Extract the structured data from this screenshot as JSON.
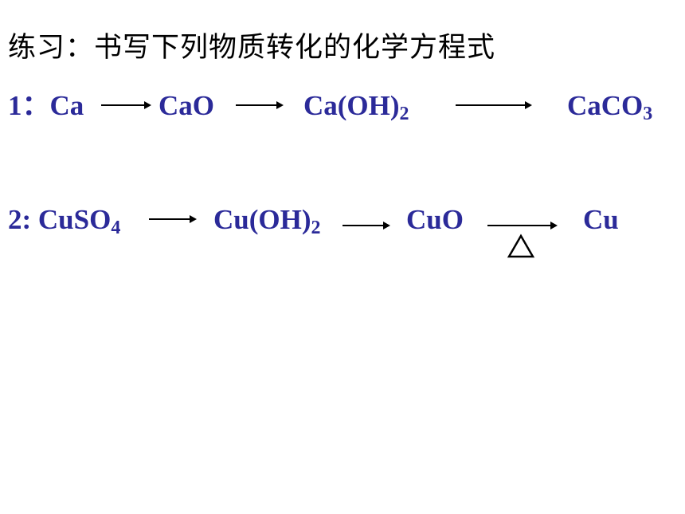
{
  "title": "练习：书写下列物质转化的化学方程式",
  "reaction1": {
    "label": "1：",
    "species": [
      "Ca",
      "CaO",
      "Ca(OH)",
      "CaCO"
    ],
    "subscripts": {
      "CaOH2": "2",
      "CaCO3": "3"
    }
  },
  "reaction2": {
    "label": "2: ",
    "species": [
      "CuSO",
      "Cu(OH)",
      "CuO",
      "Cu"
    ],
    "subscripts": {
      "CuSO4": "4",
      "CuOH2": "2"
    },
    "condition": "△"
  },
  "colors": {
    "formula": "#2b2a99",
    "title": "#000000"
  }
}
